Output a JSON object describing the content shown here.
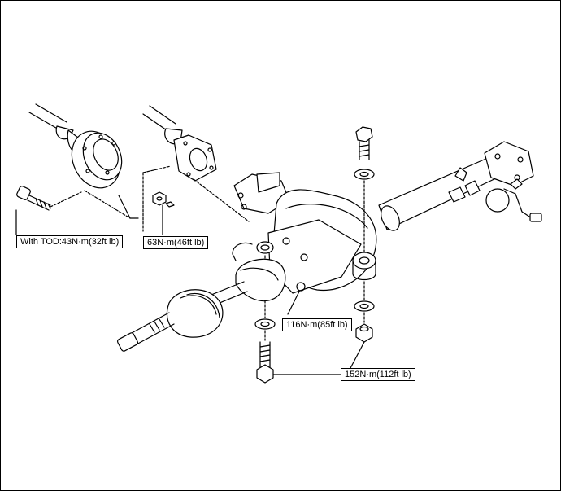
{
  "callouts": {
    "tod_bolt": "With TOD:43N·m(32ft lb)",
    "flange_nut": "63N·m(46ft lb)",
    "mount_bolt": "116N·m(85ft lb)",
    "lower_bolt": "152N·m(112ft lb)"
  },
  "colors": {
    "line": "#000000",
    "background": "#ffffff"
  }
}
